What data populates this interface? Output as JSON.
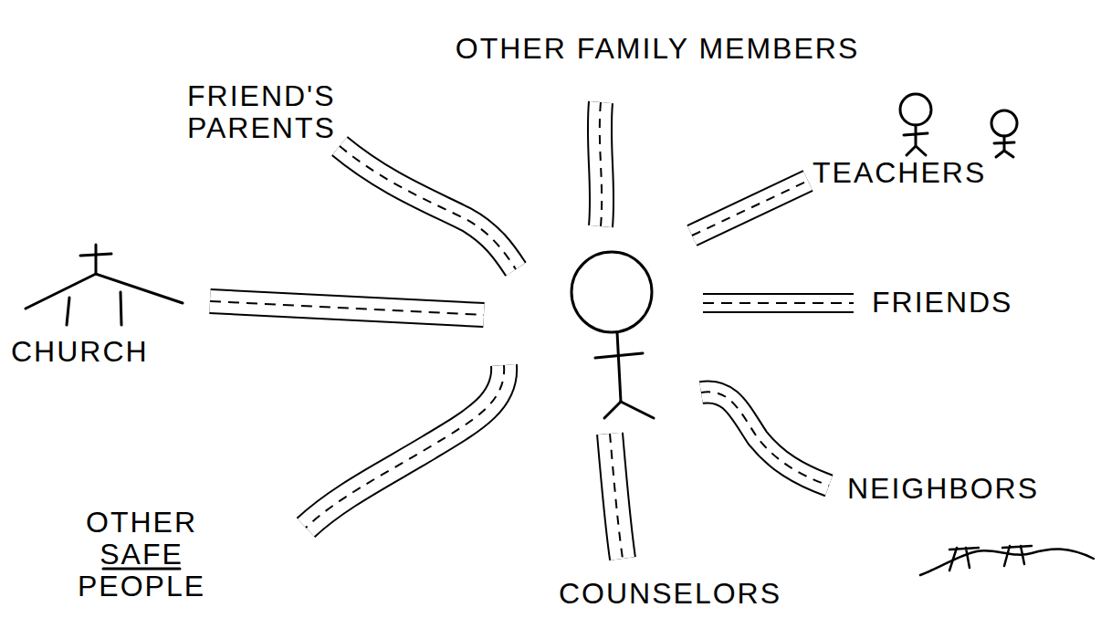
{
  "diagram": {
    "labels": [
      "OTHER FAMILY MEMBERS",
      "FRIEND'S PARENTS",
      "TEACHERS",
      "CHURCH",
      "FRIENDS",
      "OTHER SAFE PEOPLE",
      "NEIGHBORS",
      "COUNSELORS"
    ]
  }
}
